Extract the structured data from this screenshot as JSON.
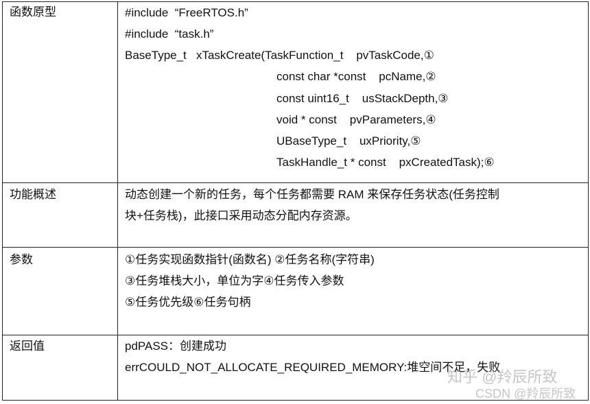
{
  "rows": [
    {
      "label": "函数原型",
      "lines": [
        "#include  “FreeRTOS.h”",
        "#include  “task.h”",
        "BaseType_t   xTaskCreate(TaskFunction_t    pvTaskCode,①",
        "const char *const    pcName,②",
        "const uint16_t    usStackDepth,③",
        "void * const    pvParameters,④",
        "UBaseType_t    uxPriority,⑤",
        "TaskHandle_t * const    pxCreatedTask);⑥"
      ]
    },
    {
      "label": "功能概述",
      "lines": [
        "动态创建一个新的任务，每个任务都需要 RAM 来保存任务状态(任务控制",
        "块+任务栈)，此接口采用动态分配内存资源。"
      ]
    },
    {
      "label": "参数",
      "lines": [
        "①任务实现函数指针(函数名) ②任务名称(字符串)",
        "③任务堆栈大小，单位为字④任务传入参数",
        "⑤任务优先级⑥任务句柄"
      ]
    },
    {
      "label": "返回值",
      "lines": [
        "pdPASS：创建成功",
        "errCOULD_NOT_ALLOCATE_REQUIRED_MEMORY:堆空间不足，失败"
      ]
    }
  ],
  "watermarks": [
    "知乎 @羚辰所致",
    "CSDN @羚辰所致"
  ]
}
